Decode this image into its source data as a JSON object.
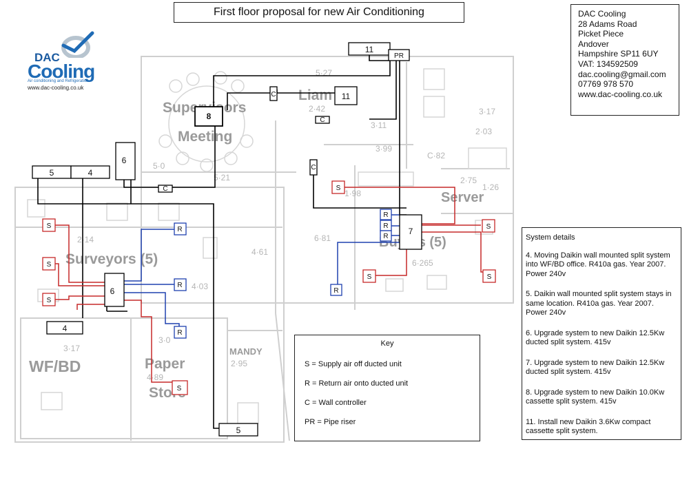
{
  "title": "First floor proposal for new Air Conditioning",
  "company": {
    "logo_top": "DAC",
    "logo_main": "Cooling",
    "logo_tagline": "Air conditioning and Refrigeration",
    "logo_web": "www.dac-cooling.co.uk",
    "address_lines": [
      "DAC Cooling",
      "28 Adams Road",
      "Picket Piece",
      "Andover",
      "Hampshire SP11 6UY",
      "VAT: 134592509",
      "dac.cooling@gmail.com",
      "07769 978 570",
      "www.dac-cooling.co.uk"
    ]
  },
  "system_details": {
    "heading": "System details",
    "items": [
      "4. Moving Daikin wall mounted split system into WF/BD office. R410a gas. Year 2007. Power 240v",
      "5. Daikin wall mounted split system stays in same location. R410a gas. Year 2007. Power 240v",
      "6. Upgrade system to new Daikin 12.5Kw ducted split system. 415v",
      "7. Upgrade system to new Daikin 12.5Kw ducted split system. 415v",
      "8. Upgrade system to new Daikin 10.0Kw cassette split system. 415v",
      "11. Install new Daikin 3.6Kw compact cassette split system."
    ]
  },
  "key": {
    "heading": "Key",
    "items": [
      "S = Supply air off ducted unit",
      "R = Return air onto ducted unit",
      "C = Wall controller",
      "PR = Pipe riser"
    ]
  },
  "rooms": {
    "supervisors": "Supervisors",
    "meeting": "Meeting",
    "liam": "Liam",
    "server": "Server",
    "surveyors": "Surveyors (5)",
    "buyers": "Buyers (5)",
    "wfbd": "WF/BD",
    "paper": "Paper",
    "store": "Store",
    "mandy": "MANDY"
  },
  "dimensions": {
    "d1": "5·27",
    "d2": "2·42",
    "d3": "3·11",
    "d4": "3·99",
    "d5": "3·17",
    "d6": "2·03",
    "d7": "C·82",
    "d8": "2·75",
    "d9": "1·26",
    "d10": "5·21",
    "d11": "5·0",
    "d12": "4·61",
    "d13": "6·81",
    "d14": "6·265",
    "d15": "2·14",
    "d16": "4·03",
    "d17": "3·17",
    "d18": "3·0",
    "d19": "4·89",
    "d20": "2·95",
    "d21": "1·98"
  },
  "units": {
    "u11_top": "11",
    "u11": "11",
    "pr": "PR",
    "u8": "8",
    "u5": "5",
    "u4_top": "4",
    "u6_top": "6",
    "u6": "6",
    "u4_bottom": "4",
    "u7": "7",
    "u5_bottom": "5",
    "c_label": "C",
    "s_label": "S",
    "r_label": "R"
  }
}
